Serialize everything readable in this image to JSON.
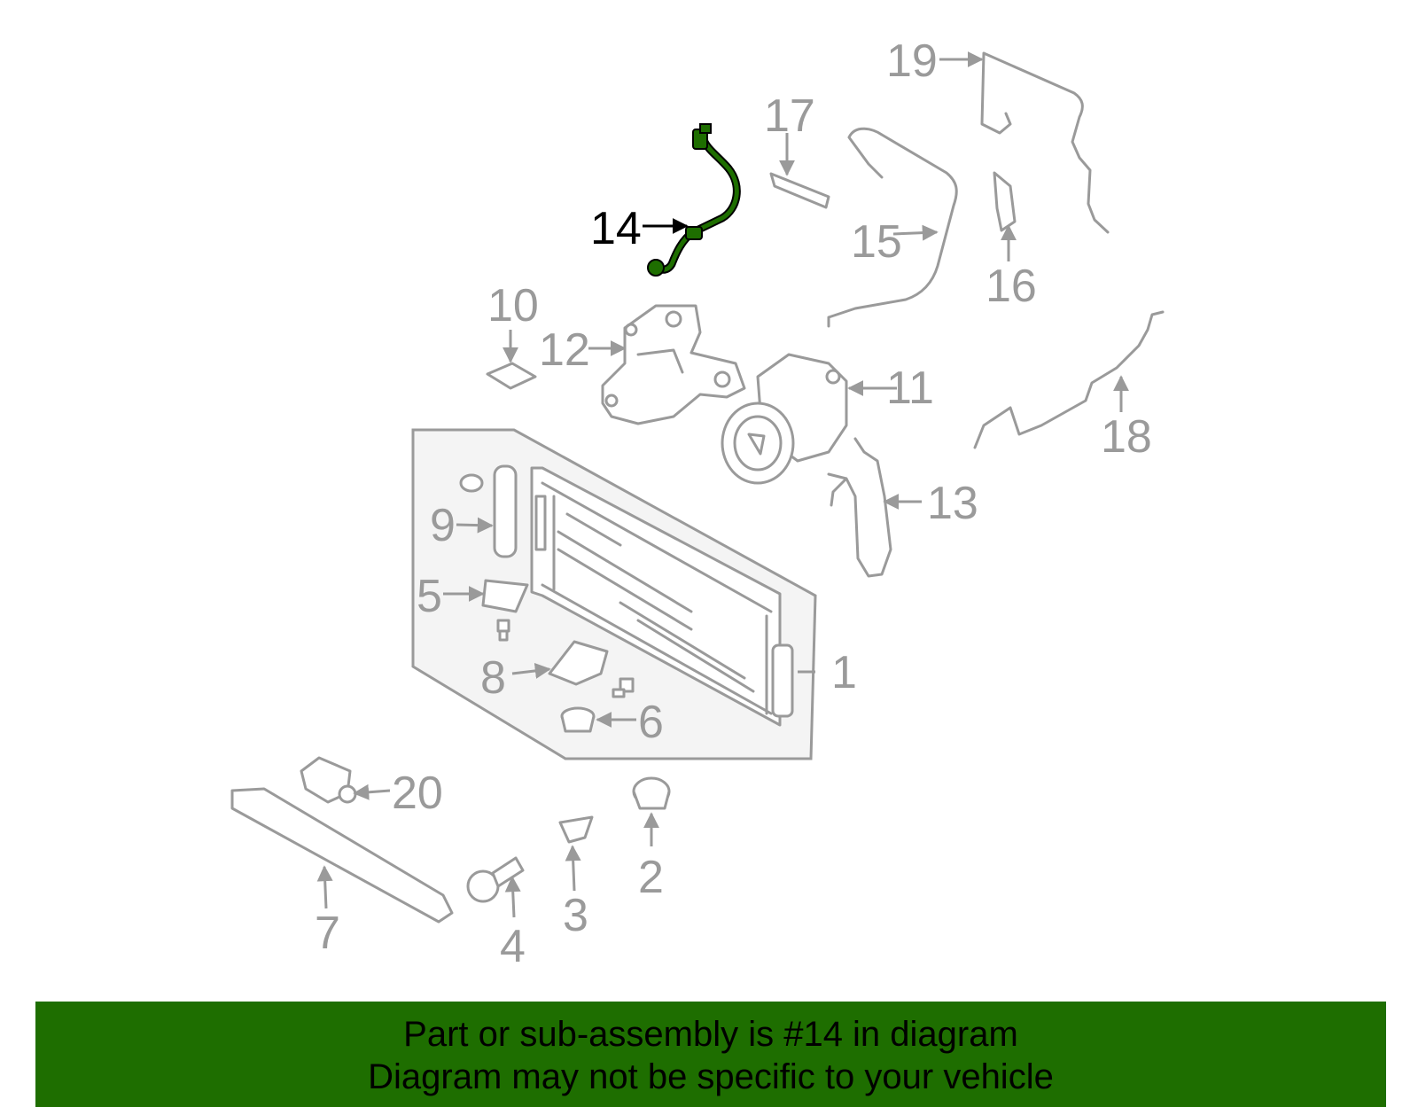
{
  "callouts": [
    {
      "id": "1",
      "label": "1"
    },
    {
      "id": "2",
      "label": "2"
    },
    {
      "id": "3",
      "label": "3"
    },
    {
      "id": "4",
      "label": "4"
    },
    {
      "id": "5",
      "label": "5"
    },
    {
      "id": "6",
      "label": "6"
    },
    {
      "id": "7",
      "label": "7"
    },
    {
      "id": "8",
      "label": "8"
    },
    {
      "id": "9",
      "label": "9"
    },
    {
      "id": "10",
      "label": "10"
    },
    {
      "id": "11",
      "label": "11"
    },
    {
      "id": "12",
      "label": "12"
    },
    {
      "id": "13",
      "label": "13"
    },
    {
      "id": "14",
      "label": "14"
    },
    {
      "id": "15",
      "label": "15"
    },
    {
      "id": "16",
      "label": "16"
    },
    {
      "id": "17",
      "label": "17"
    },
    {
      "id": "18",
      "label": "18"
    },
    {
      "id": "19",
      "label": "19"
    },
    {
      "id": "20",
      "label": "20"
    }
  ],
  "highlighted_part": "14",
  "banner": {
    "line1": "Part or sub-assembly is #14 in diagram",
    "line2": "Diagram may not be specific to your vehicle"
  },
  "colors": {
    "banner_bg": "#1e6e00",
    "highlight": "#1e6e00",
    "part_gray": "#9a9a9a",
    "panel_fill": "#f4f4f4"
  }
}
